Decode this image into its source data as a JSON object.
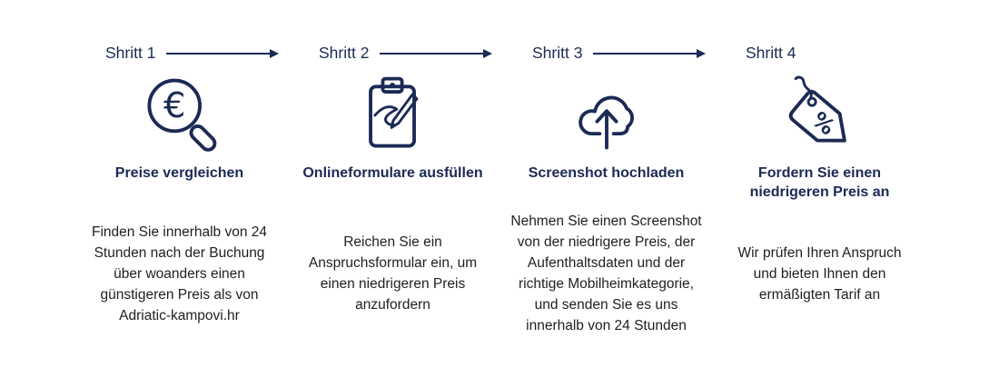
{
  "diagram": {
    "type": "process-steps",
    "accent_color": "#1b2a55",
    "body_text_color": "#1f1f1f",
    "steps": [
      {
        "label": "Shritt 1",
        "arrow_to_next": true,
        "icon": "euro-magnifier-icon",
        "title": "Preise vergleichen",
        "body": "Finden Sie innerhalb von 24\nStunden nach der Buchung\nüber woanders einen\ngünstigeren Preis als von\nAdriatic-kampovi.hr"
      },
      {
        "label": "Shritt 2",
        "arrow_to_next": true,
        "icon": "clipboard-pen-icon",
        "title": "Onlineformulare ausfüllen",
        "body": "Reichen Sie ein\nAnspruchsformular ein, um\neinen niedrigeren Preis\nanzufordern"
      },
      {
        "label": "Shritt 3",
        "arrow_to_next": true,
        "icon": "cloud-upload-icon",
        "title": "Screenshot hochladen",
        "body": "Nehmen Sie einen Screenshot\nvon der niedrigere Preis, der\nAufenthaltsdaten und der\nrichtige Mobilheimkategorie,\nund senden Sie es uns\ninnerhalb von 24 Stunden"
      },
      {
        "label": "Shritt 4",
        "arrow_to_next": false,
        "icon": "discount-tag-icon",
        "title": "Fordern Sie einen\nniedrigeren Preis an",
        "body": "Wir prüfen Ihren Anspruch\nund bieten Ihnen den\nermäßigten Tarif an"
      }
    ]
  }
}
